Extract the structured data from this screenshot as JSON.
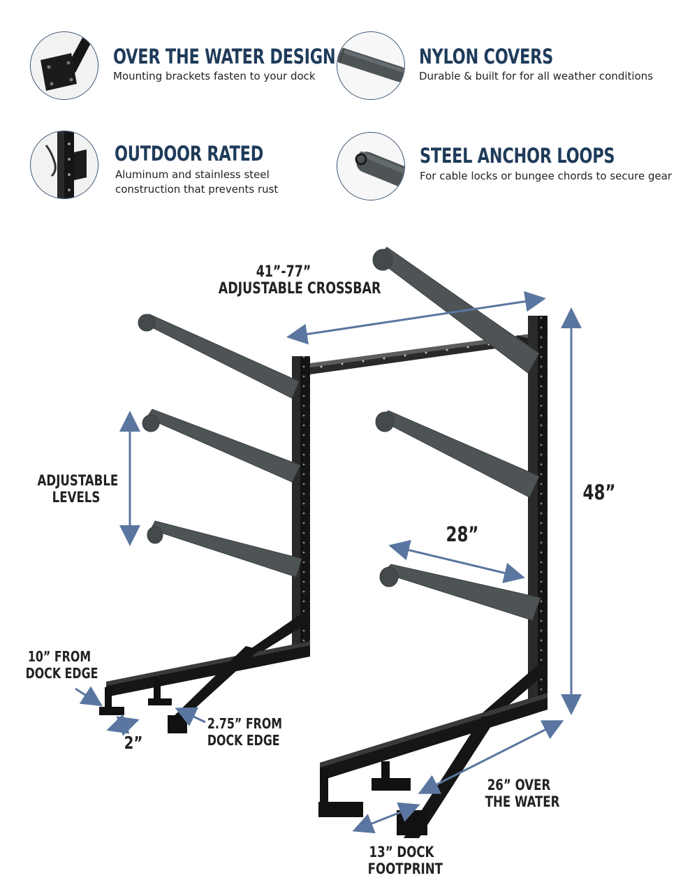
{
  "features": [
    {
      "id": "over-water",
      "icon": "mounting-bracket-icon",
      "title": "OVER THE WATER DESIGN",
      "desc": [
        "Mounting brackets fasten to your dock"
      ]
    },
    {
      "id": "nylon",
      "icon": "padded-arm-icon",
      "title": "NYLON COVERS",
      "desc": [
        "Durable & built for for all weather conditions"
      ]
    },
    {
      "id": "outdoor",
      "icon": "rack-joint-icon",
      "title": "OUTDOOR RATED",
      "desc": [
        "Aluminum and stainless steel",
        "construction that prevents rust"
      ]
    },
    {
      "id": "anchor",
      "icon": "anchor-loop-icon",
      "title": "STEEL ANCHOR LOOPS",
      "desc": [
        "For cable locks or bungee chords to secure gear"
      ]
    }
  ],
  "labels": {
    "crossbar": [
      "41”-77”",
      "ADJUSTABLE CROSSBAR"
    ],
    "levels": [
      "ADJUSTABLE",
      "LEVELS"
    ],
    "height": [
      "48”"
    ],
    "arm": [
      "28”"
    ],
    "dock_edge_10": [
      "10” FROM",
      "DOCK EDGE"
    ],
    "width_2": [
      "2”"
    ],
    "dock_edge_275": [
      "2.75” FROM",
      "DOCK EDGE"
    ],
    "over_water": [
      "26” OVER",
      "THE WATER"
    ],
    "footprint": [
      "13” DOCK",
      "FOOTPRINT"
    ]
  },
  "colors": {
    "accent": "#5a76a0",
    "title": "#1f3b5a",
    "frame": "#141414",
    "pad": "#4e5456"
  }
}
